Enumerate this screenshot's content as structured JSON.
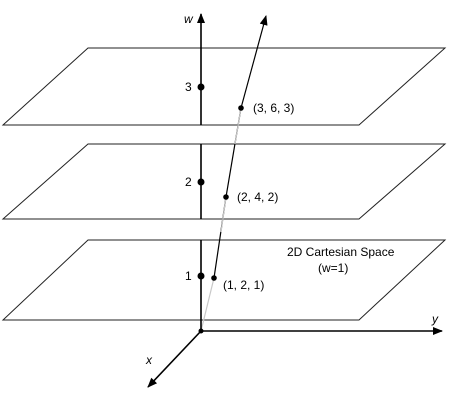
{
  "planes": [
    {
      "w_label": "3",
      "point_label": "(3, 6, 3)"
    },
    {
      "w_label": "2",
      "point_label": "(2, 4, 2)"
    },
    {
      "w_label": "1",
      "point_label": "(1, 2, 1)"
    }
  ],
  "space_caption": "2D Cartesian Space",
  "space_condition": "(w=1)",
  "axes": {
    "w": "w",
    "x": "x",
    "y": "y"
  }
}
